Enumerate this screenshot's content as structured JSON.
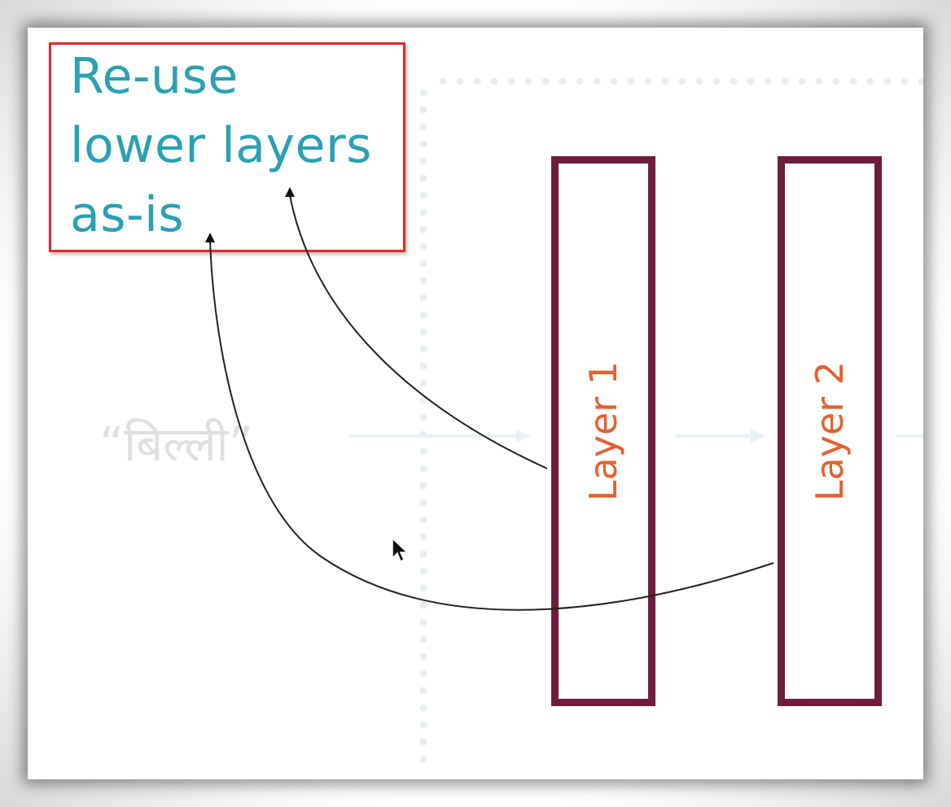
{
  "callout": {
    "lines": [
      "Re-use",
      "lower layers",
      "as-is"
    ]
  },
  "input_word": "“बिल्ली”",
  "layers": [
    {
      "label": "Layer 1"
    },
    {
      "label": "Layer 2"
    }
  ],
  "colors": {
    "callout_border": "#e0282e",
    "callout_text": "#2aa0b4",
    "layer_border": "#6f1d3e",
    "layer_text": "#e36131",
    "faded": "#e0e0e0"
  },
  "icons": [
    "mouse-cursor-icon",
    "arrowhead-icon"
  ]
}
